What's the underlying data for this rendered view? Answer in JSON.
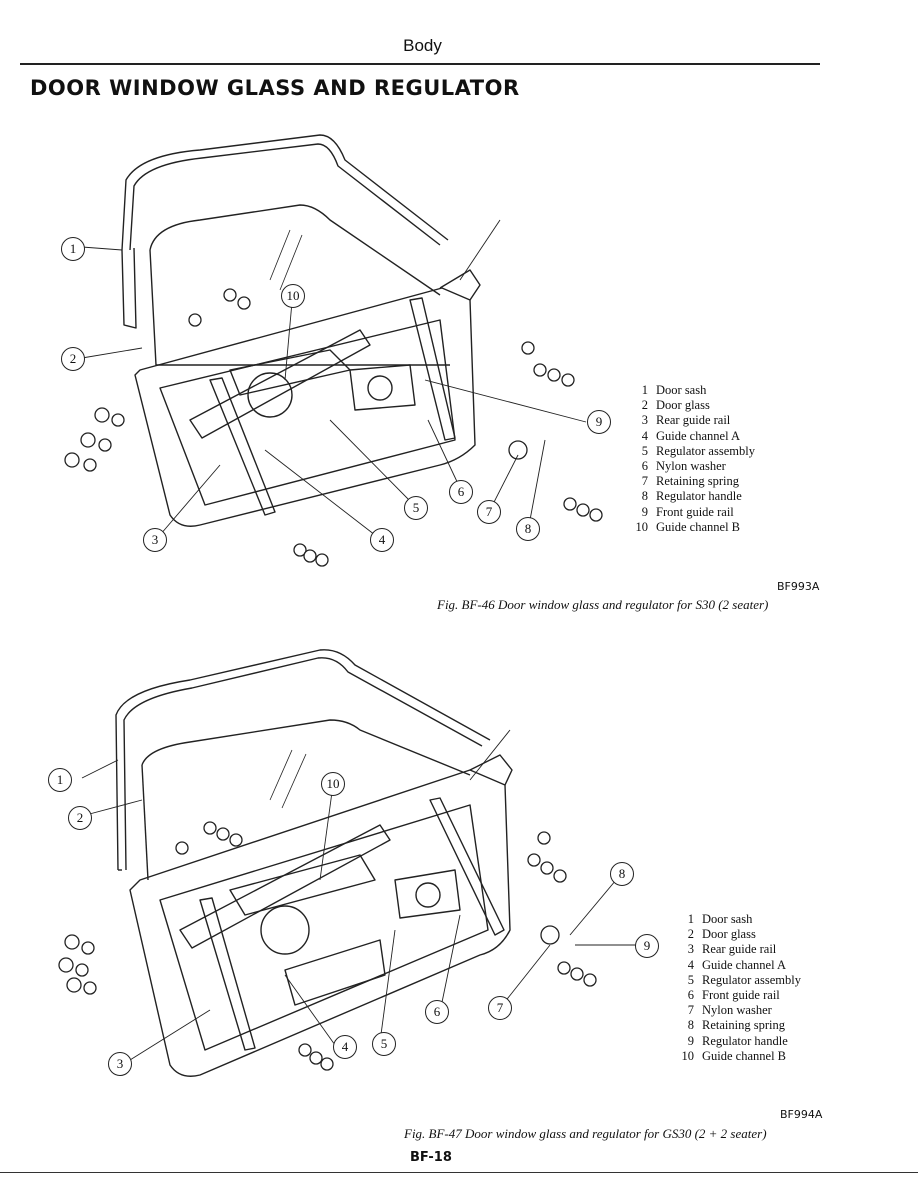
{
  "page": {
    "header": "Body",
    "title": "DOOR WINDOW GLASS AND REGULATOR",
    "page_number": "BF-18"
  },
  "figures": [
    {
      "code": "BF993A",
      "caption": "Fig. BF-46  Door window glass and regulator for S30 (2 seater)",
      "legend": [
        {
          "n": "1",
          "label": "Door sash"
        },
        {
          "n": "2",
          "label": "Door glass"
        },
        {
          "n": "3",
          "label": "Rear guide rail"
        },
        {
          "n": "4",
          "label": "Guide channel A"
        },
        {
          "n": "5",
          "label": "Regulator assembly"
        },
        {
          "n": "6",
          "label": "Nylon washer"
        },
        {
          "n": "7",
          "label": "Retaining spring"
        },
        {
          "n": "8",
          "label": "Regulator handle"
        },
        {
          "n": "9",
          "label": "Front guide rail"
        },
        {
          "n": "10",
          "label": "Guide channel B"
        }
      ]
    },
    {
      "code": "BF994A",
      "caption": "Fig. BF-47  Door window glass and regulator for GS30 (2 + 2 seater)",
      "legend": [
        {
          "n": "1",
          "label": "Door sash"
        },
        {
          "n": "2",
          "label": "Door glass"
        },
        {
          "n": "3",
          "label": "Rear guide rail"
        },
        {
          "n": "4",
          "label": "Guide channel A"
        },
        {
          "n": "5",
          "label": "Regulator assembly"
        },
        {
          "n": "6",
          "label": "Front guide rail"
        },
        {
          "n": "7",
          "label": "Nylon washer"
        },
        {
          "n": "8",
          "label": "Retaining spring"
        },
        {
          "n": "9",
          "label": "Regulator handle"
        },
        {
          "n": "10",
          "label": "Guide channel B"
        }
      ]
    }
  ]
}
